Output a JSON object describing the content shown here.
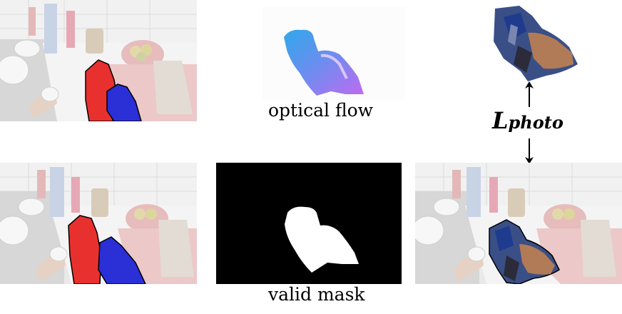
{
  "labels": {
    "optical_flow": "optical flow",
    "valid_mask": "valid mask",
    "loss_script": "L",
    "loss_subscript": "photo"
  },
  "colors": {
    "object_mask": "#e8312f",
    "hand_mask": "#2b2fd6",
    "mask_background": "#000000",
    "mask_foreground": "#ffffff",
    "flow_start": "#2fa8ea",
    "flow_end": "#c06af0",
    "scene_tint": "#efefef"
  },
  "icons": {
    "arrow_up": "arrow-up-icon",
    "arrow_down": "arrow-down-icon"
  }
}
